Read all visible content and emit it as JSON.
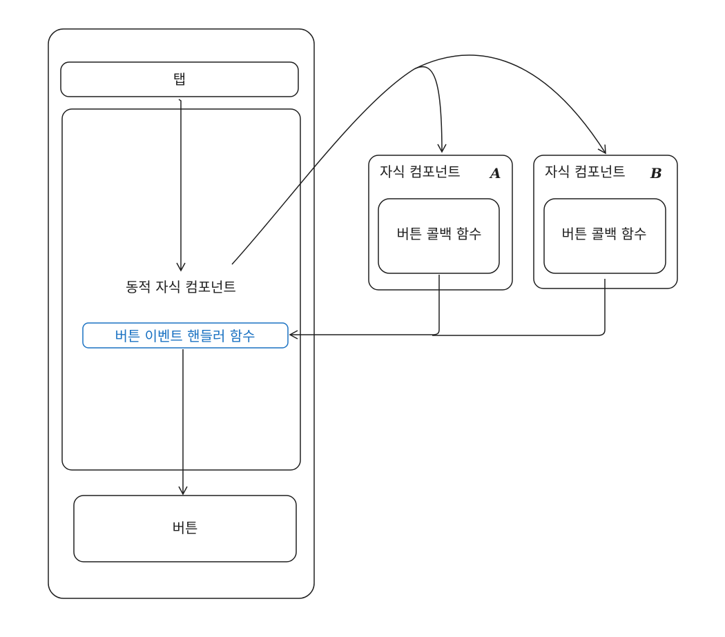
{
  "diagram": {
    "tab_label": "탭",
    "dynamic_child_label": "동적 자식 컴포넌트",
    "event_handler_label": "버튼 이벤트 핸들러 함수",
    "button_label": "버튼",
    "child_a": {
      "title": "자식 컴포넌트",
      "title_letter": "A",
      "callback_label": "버튼 콜백 함수"
    },
    "child_b": {
      "title": "자식 컴포넌트",
      "title_letter": "B",
      "callback_label": "버튼 콜백 함수"
    },
    "colors": {
      "stroke": "#1e1e1e",
      "accent": "#1971c2"
    }
  }
}
